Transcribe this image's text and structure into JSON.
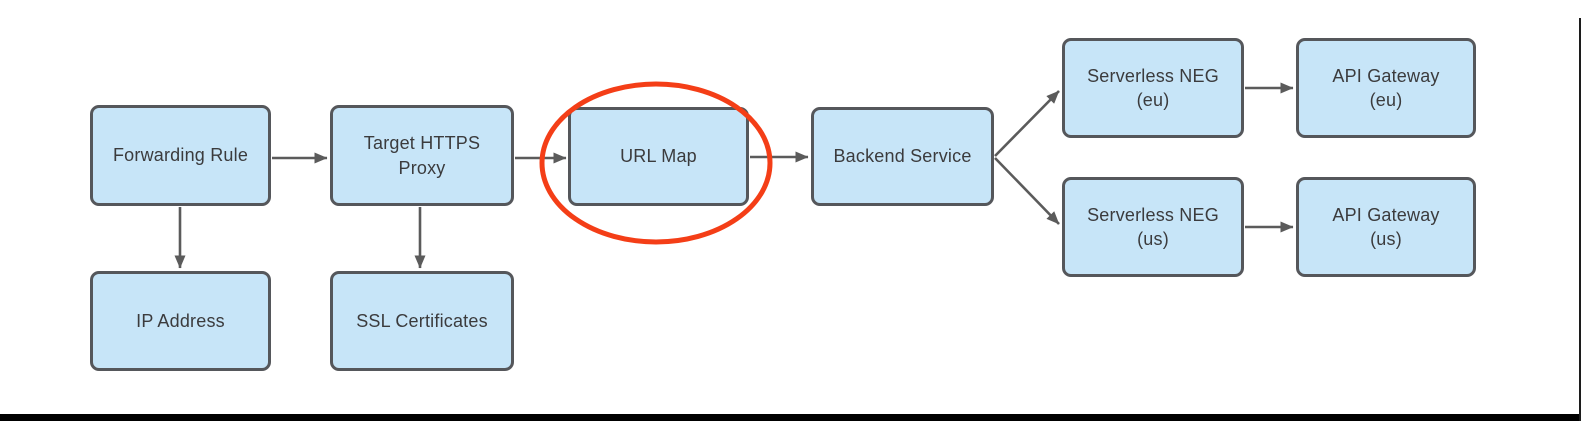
{
  "diagram": {
    "title": "HTTPS load balancer components with URL Map highlighted",
    "nodes": {
      "forwarding_rule": {
        "label": "Forwarding Rule"
      },
      "target_https_proxy": {
        "label": "Target HTTPS\nProxy"
      },
      "url_map": {
        "label": "URL Map"
      },
      "backend_service": {
        "label": "Backend Service"
      },
      "serverless_neg_eu": {
        "label": "Serverless NEG\n(eu)"
      },
      "api_gateway_eu": {
        "label": "API Gateway\n(eu)"
      },
      "serverless_neg_us": {
        "label": "Serverless NEG\n(us)"
      },
      "api_gateway_us": {
        "label": "API Gateway\n(us)"
      },
      "ip_address": {
        "label": "IP Address"
      },
      "ssl_certificates": {
        "label": "SSL Certificates"
      }
    },
    "edges": [
      {
        "from": "Forwarding Rule",
        "to": "Target HTTPS Proxy"
      },
      {
        "from": "Target HTTPS Proxy",
        "to": "URL Map"
      },
      {
        "from": "URL Map",
        "to": "Backend Service"
      },
      {
        "from": "Backend Service",
        "to": "Serverless NEG (eu)"
      },
      {
        "from": "Backend Service",
        "to": "Serverless NEG (us)"
      },
      {
        "from": "Serverless NEG (eu)",
        "to": "API Gateway (eu)"
      },
      {
        "from": "Serverless NEG (us)",
        "to": "API Gateway (us)"
      },
      {
        "from": "Forwarding Rule",
        "to": "IP Address"
      },
      {
        "from": "Target HTTPS Proxy",
        "to": "SSL Certificates"
      }
    ],
    "annotations": [
      {
        "type": "ellipse-highlight",
        "around": "URL Map",
        "color": "#f43e17"
      }
    ],
    "colors": {
      "node_fill": "#c7e5f8",
      "node_border": "#55575b",
      "arrow": "#5b5b5b",
      "highlight": "#f43e17",
      "frame": "#000000",
      "text": "#3b3b3d",
      "background": "#ffffff"
    }
  }
}
